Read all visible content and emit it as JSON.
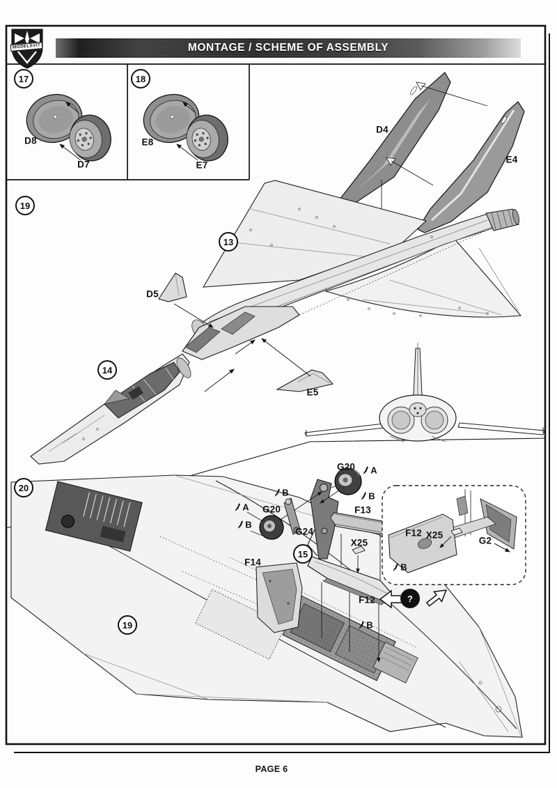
{
  "header": {
    "logo_text": "MODELSVIT",
    "title": "MONTAGE / SCHEME OF ASSEMBLY"
  },
  "footer": {
    "page_label": "PAGE 6"
  },
  "colors": {
    "ink": "#1a1a1a",
    "paper": "#ffffff",
    "part_shade_dark": "#8d8d8d",
    "part_shade_light": "#ececec",
    "titlebar_dark": "#2a2a2a"
  },
  "labels": {
    "step17": "17",
    "step18": "18",
    "step19": "19",
    "step20": "20",
    "badge13": "13",
    "badge14": "14",
    "badge15": "15",
    "badge19": "19",
    "question": "?",
    "d8": "D8",
    "d7": "D7",
    "e8": "E8",
    "e7": "E7",
    "d4": "D4",
    "e4": "E4",
    "d5": "D5",
    "e5": "E5",
    "g20": "G20",
    "g24": "G24",
    "g2": "G2",
    "f12": "F12",
    "f13": "F13",
    "f14": "F14",
    "x25": "X25",
    "paint_a": "A",
    "paint_b": "B"
  },
  "steps": [
    {
      "step": "17",
      "parts_used": [
        "D8",
        "D7"
      ]
    },
    {
      "step": "18",
      "parts_used": [
        "E8",
        "E7"
      ]
    },
    {
      "step": "19",
      "parts_used": [
        "13",
        "14",
        "D4",
        "E4",
        "D5",
        "E5"
      ]
    },
    {
      "step": "20",
      "parts_used": [
        "G20",
        "G24",
        "F12",
        "F13",
        "F14",
        "X25",
        "G2",
        "15",
        "19"
      ],
      "paint_callouts": [
        "A",
        "B"
      ]
    }
  ]
}
